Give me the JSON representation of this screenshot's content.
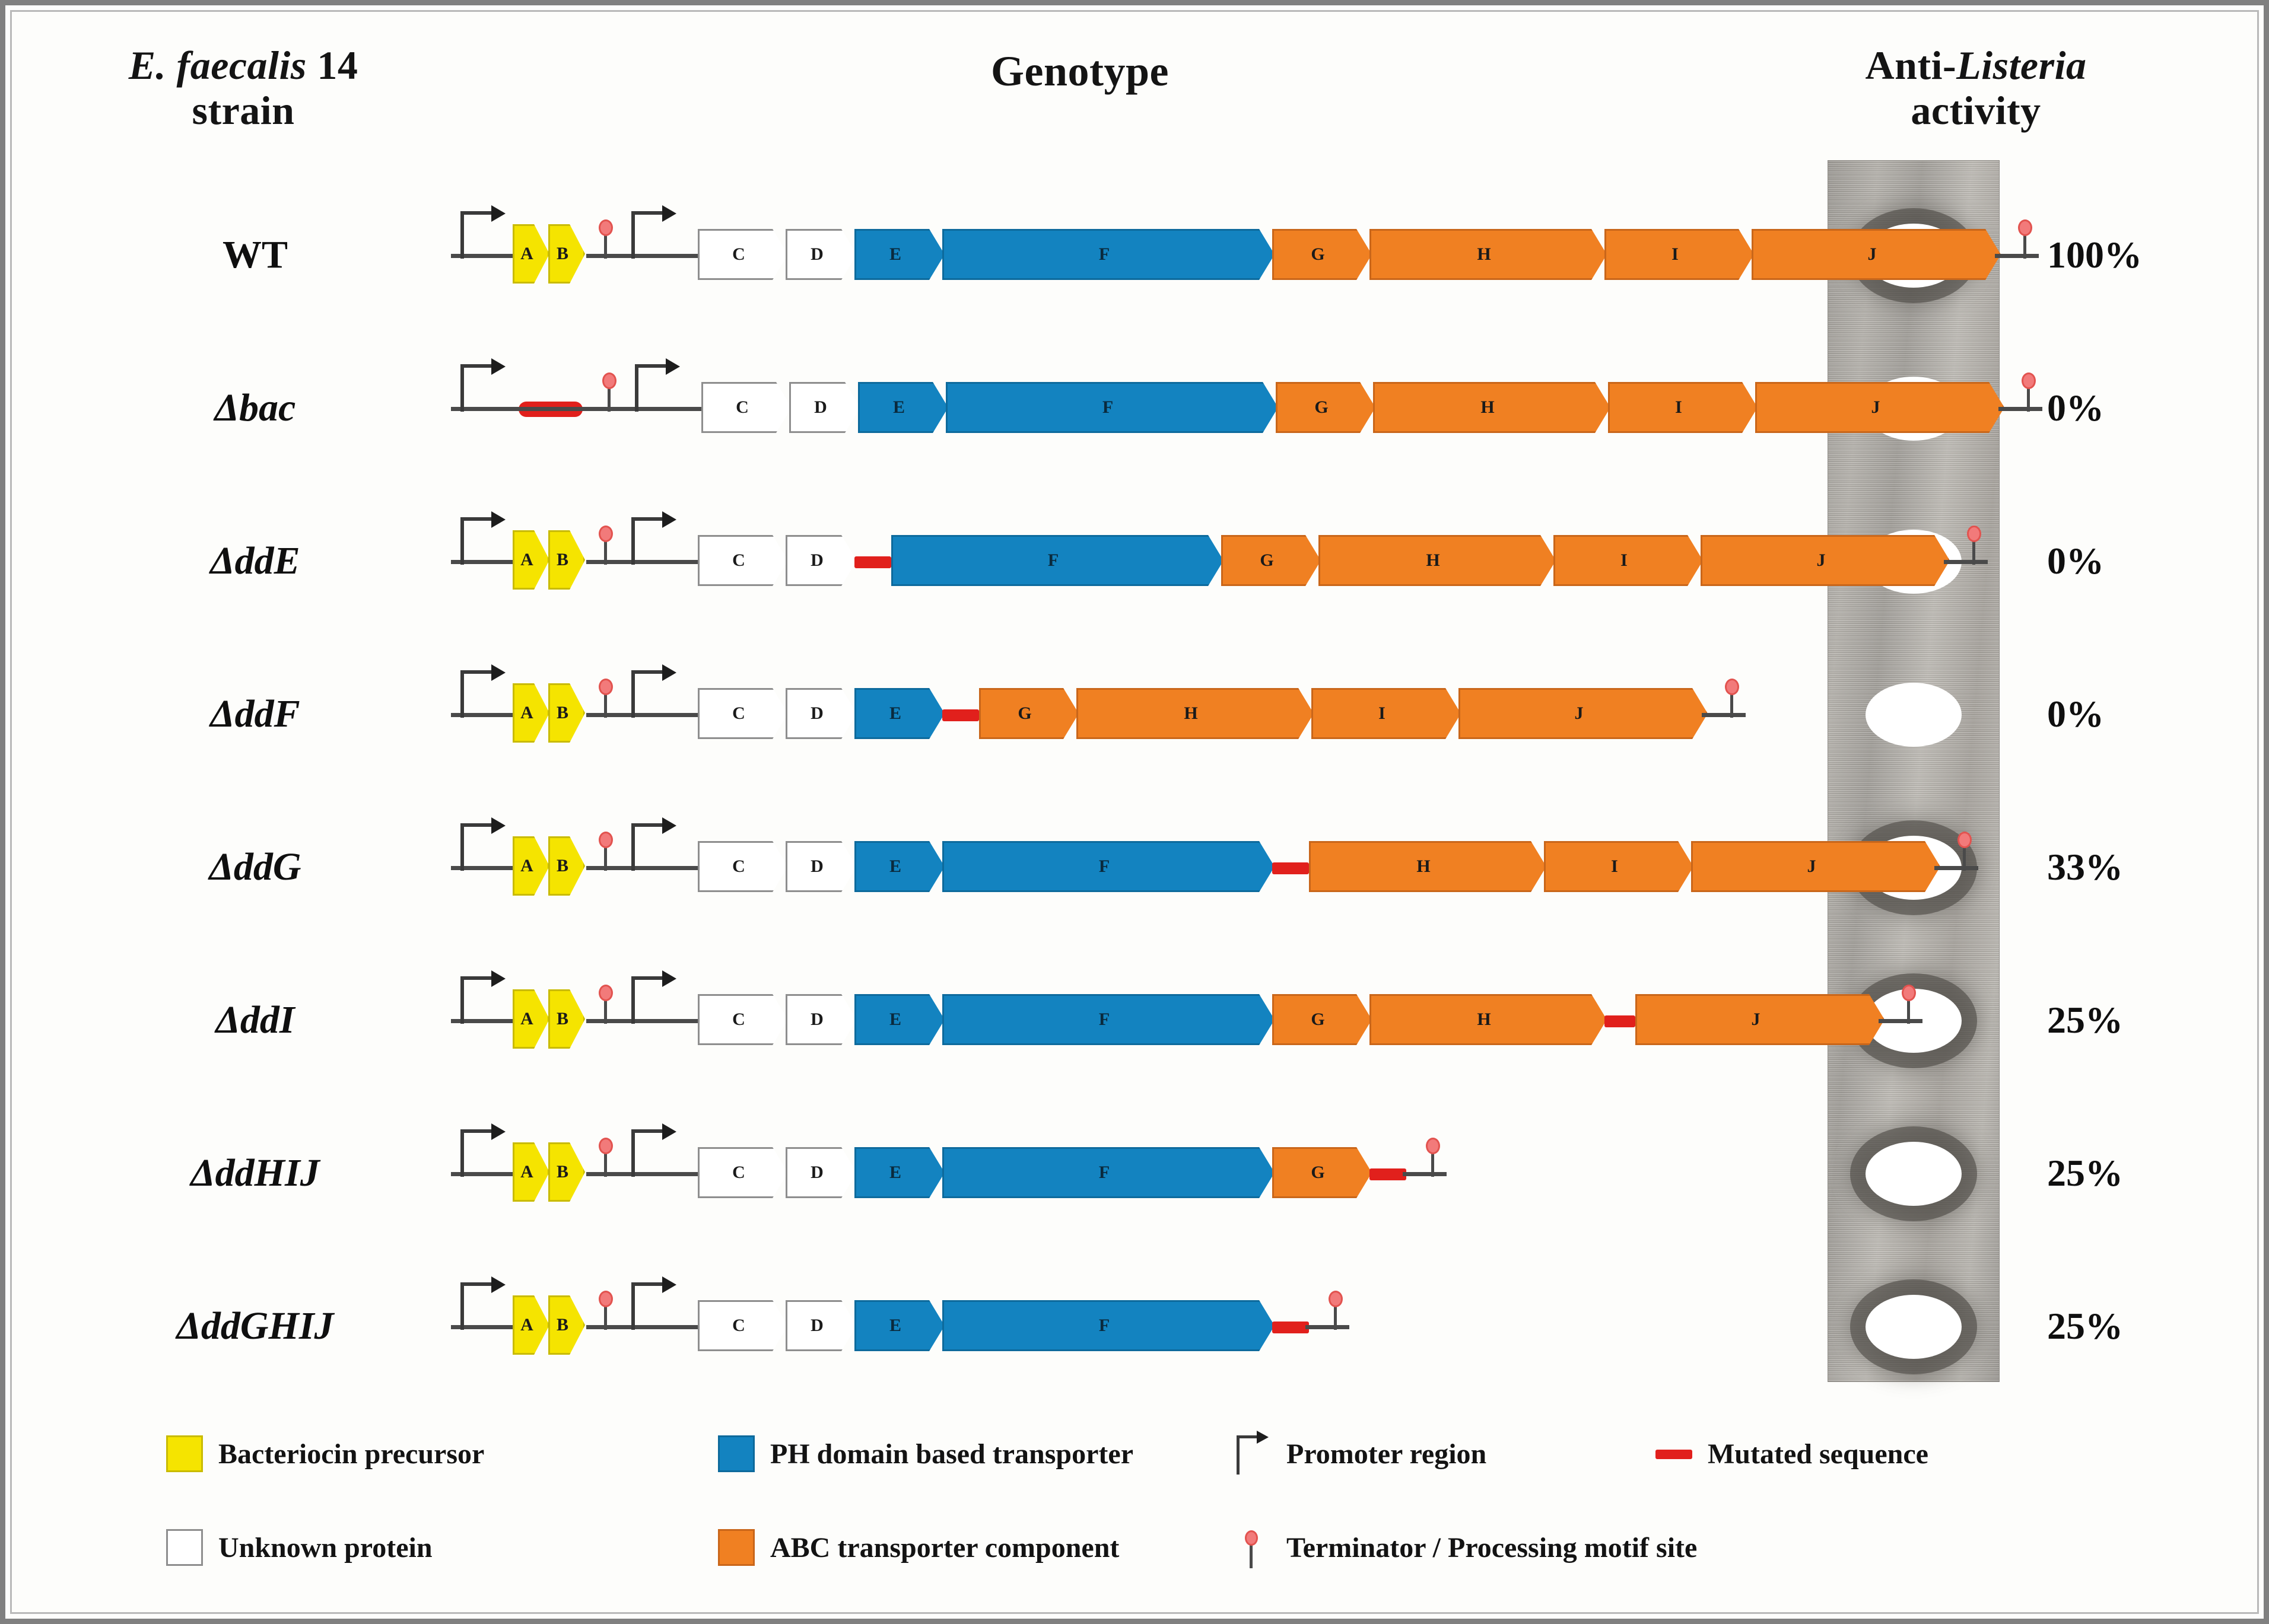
{
  "headers": {
    "strain_line1": "E. faecalis",
    "strain_line1_suffix": " 14",
    "strain_line2": "strain",
    "genotype": "Genotype",
    "activity_line1_prefix": "Anti-",
    "activity_line1_italic": "Listeria",
    "activity_line2": "activity"
  },
  "colors": {
    "bacteriocin_precursor": "#F5E400",
    "ph_domain_transporter": "#1383C0",
    "unknown_protein": "#FFFFFF",
    "abc_transporter": "#F08022",
    "mutated_sequence": "#E1201C",
    "terminator": "#F27A7A",
    "promoter": "#3A3A3A",
    "frame": "#808080"
  },
  "rows": [
    {
      "strain": "WT",
      "strain_italic": false,
      "activity": "100%",
      "halo": true,
      "genes": [
        "A",
        "B",
        "C",
        "D",
        "E",
        "F",
        "G",
        "H",
        "I",
        "J"
      ],
      "deleted": [],
      "promoters": 2,
      "terminators": 2
    },
    {
      "strain": "Δbac",
      "strain_italic": true,
      "activity": "0%",
      "halo": false,
      "genes": [
        "C",
        "D",
        "E",
        "F",
        "G",
        "H",
        "I",
        "J"
      ],
      "deleted": [
        "A",
        "B"
      ],
      "promoters": 2,
      "terminators": 2
    },
    {
      "strain": "ΔddE",
      "strain_italic": true,
      "activity": "0%",
      "halo": false,
      "genes": [
        "A",
        "B",
        "C",
        "D",
        "F",
        "G",
        "H",
        "I",
        "J"
      ],
      "deleted": [
        "E"
      ],
      "promoters": 2,
      "terminators": 2
    },
    {
      "strain": "ΔddF",
      "strain_italic": true,
      "activity": "0%",
      "halo": false,
      "genes": [
        "A",
        "B",
        "C",
        "D",
        "E",
        "G",
        "H",
        "I",
        "J"
      ],
      "deleted": [
        "F"
      ],
      "promoters": 2,
      "terminators": 2
    },
    {
      "strain": "ΔddG",
      "strain_italic": true,
      "activity": "33%",
      "halo": true,
      "genes": [
        "A",
        "B",
        "C",
        "D",
        "E",
        "F",
        "H",
        "I",
        "J"
      ],
      "deleted": [
        "G"
      ],
      "promoters": 2,
      "terminators": 2
    },
    {
      "strain": "ΔddI",
      "strain_italic": true,
      "activity": "25%",
      "halo": true,
      "genes": [
        "A",
        "B",
        "C",
        "D",
        "E",
        "F",
        "G",
        "H",
        "J"
      ],
      "deleted": [
        "I"
      ],
      "promoters": 2,
      "terminators": 2
    },
    {
      "strain": "ΔddHIJ",
      "strain_italic": true,
      "activity": "25%",
      "halo": true,
      "genes": [
        "A",
        "B",
        "C",
        "D",
        "E",
        "F",
        "G"
      ],
      "deleted": [
        "H",
        "I",
        "J"
      ],
      "promoters": 2,
      "terminators": 2
    },
    {
      "strain": "ΔddGHIJ",
      "strain_italic": true,
      "activity": "25%",
      "halo": true,
      "genes": [
        "A",
        "B",
        "C",
        "D",
        "E",
        "F"
      ],
      "deleted": [
        "G",
        "H",
        "I",
        "J"
      ],
      "promoters": 2,
      "terminators": 2
    }
  ],
  "legend": [
    {
      "label": "Bacteriocin precursor",
      "kind": "yellow"
    },
    {
      "label": "PH domain based transporter",
      "kind": "blue"
    },
    {
      "label": "Promoter region",
      "kind": "promoter"
    },
    {
      "label": "Mutated sequence",
      "kind": "mutated"
    },
    {
      "label": "Unknown protein",
      "kind": "white"
    },
    {
      "label": "ABC transporter component",
      "kind": "orange"
    },
    {
      "label": "Terminator / Processing motif site",
      "kind": "terminator"
    }
  ],
  "layout": {
    "gene_letters_wt": [
      "A",
      "B",
      "C",
      "D",
      "E",
      "F",
      "G",
      "H",
      "I",
      "J"
    ]
  }
}
